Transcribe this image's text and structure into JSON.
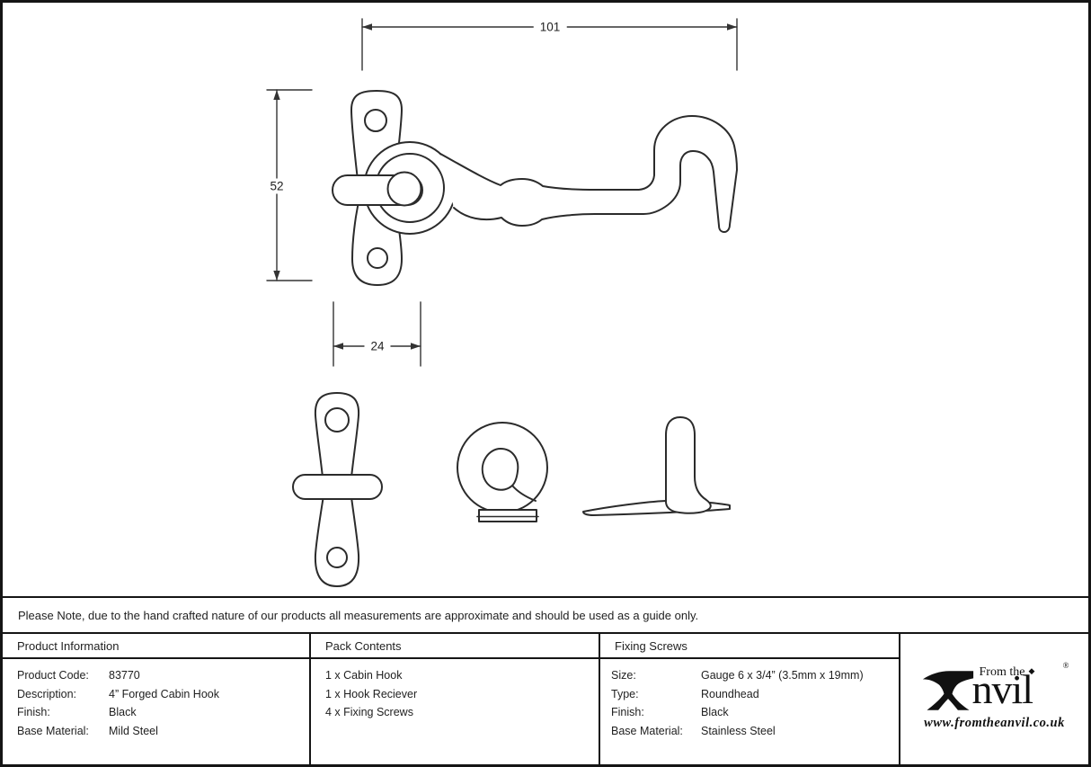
{
  "drawing": {
    "dim_length": "101",
    "dim_height": "52",
    "dim_plate_width": "24"
  },
  "note": {
    "text": "Please Note, due to the hand crafted nature of our products all measurements are approximate and should be used as a guide only."
  },
  "table": {
    "product_information": {
      "header": "Product Information",
      "rows": [
        {
          "label": "Product Code:",
          "value": "83770"
        },
        {
          "label": "Description:",
          "value": "4” Forged Cabin Hook"
        },
        {
          "label": "Finish:",
          "value": "Black"
        },
        {
          "label": "Base Material:",
          "value": "Mild Steel"
        }
      ]
    },
    "pack_contents": {
      "header": "Pack Contents",
      "items": [
        "1 x Cabin Hook",
        "1 x Hook Reciever",
        "4 x Fixing Screws"
      ]
    },
    "fixing_screws": {
      "header": "Fixing Screws",
      "rows": [
        {
          "label": "Size:",
          "value": "Gauge 6 x 3/4” (3.5mm x 19mm)"
        },
        {
          "label": "Type:",
          "value": "Roundhead"
        },
        {
          "label": "Finish:",
          "value": "Black"
        },
        {
          "label": "Base Material:",
          "value": "Stainless Steel"
        }
      ]
    }
  },
  "logo": {
    "from_the": "From the",
    "diamond": "◆",
    "name_rest": "nvil",
    "registered": "®",
    "url": "www.fromtheanvil.co.uk"
  },
  "colors": {
    "ink": "#1f1f1f",
    "line": "#2b2b2b",
    "background": "#ffffff"
  }
}
